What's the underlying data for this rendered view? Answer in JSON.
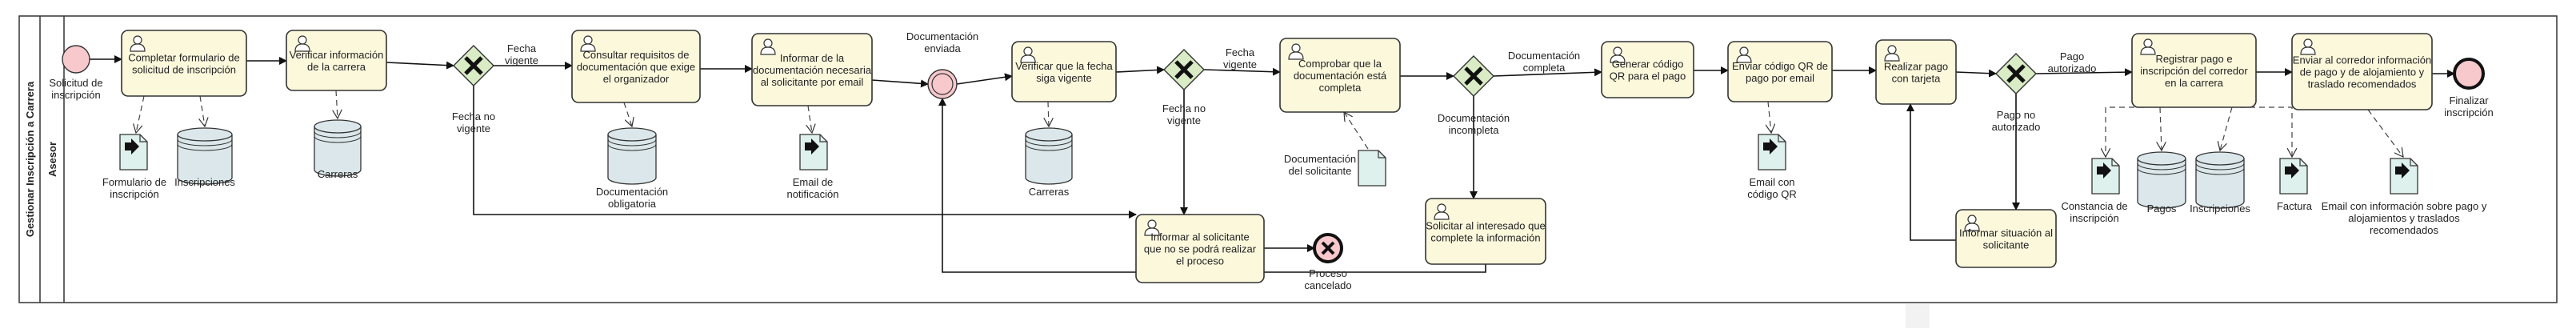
{
  "pool": {
    "label": "Gestionar Inscripción a Carrera"
  },
  "lane": {
    "label": "Asesor"
  },
  "events": [
    {
      "key": "start",
      "label": [
        "Solicitud de",
        "inscripción"
      ]
    },
    {
      "key": "msg",
      "label": [
        "Documentación",
        "enviada"
      ]
    },
    {
      "key": "cancel",
      "label": [
        "Proceso",
        "cancelado"
      ]
    },
    {
      "key": "end",
      "label": [
        "Finalizar",
        "inscripción"
      ]
    }
  ],
  "tasks": [
    {
      "key": "t1",
      "label": [
        "Completar formulario de",
        "solicitud de inscripción"
      ]
    },
    {
      "key": "t2",
      "label": [
        "Verificar información",
        "de la carrera"
      ]
    },
    {
      "key": "t3",
      "label": [
        "Consultar requisitos de",
        "documentación que exige",
        "el organizador"
      ]
    },
    {
      "key": "t4",
      "label": [
        "Informar de la",
        "documentación necesaria",
        "al solicitante por email"
      ]
    },
    {
      "key": "t5",
      "label": [
        "Verificar que la fecha",
        "siga vigente"
      ]
    },
    {
      "key": "t6",
      "label": [
        "Informar al solicitante",
        "que no se podrá realizar",
        "el proceso"
      ]
    },
    {
      "key": "t7",
      "label": [
        "Comprobar que la",
        "documentación está",
        "completa"
      ]
    },
    {
      "key": "t8",
      "label": [
        "Solicitar al interesado que",
        "complete la información"
      ]
    },
    {
      "key": "t9",
      "label": [
        "Generar código",
        "QR para el pago"
      ]
    },
    {
      "key": "t10",
      "label": [
        "Enviar código QR de",
        "pago por email"
      ]
    },
    {
      "key": "t11",
      "label": [
        "Realizar pago",
        "con tarjeta"
      ]
    },
    {
      "key": "t12",
      "label": [
        "Informar situación al",
        "solicitante"
      ]
    },
    {
      "key": "t13",
      "label": [
        "Registrar pago e",
        "inscripción del corredor",
        "en la carrera"
      ]
    },
    {
      "key": "t14",
      "label": [
        "Enviar al corredor información",
        "de pago y de alojamiento y",
        "traslado recomendados"
      ]
    }
  ],
  "gateways": [
    {
      "key": "g1"
    },
    {
      "key": "g2"
    },
    {
      "key": "g3"
    },
    {
      "key": "g4"
    }
  ],
  "flow_labels": [
    {
      "key": "f1",
      "label": [
        "Fecha",
        "vigente"
      ]
    },
    {
      "key": "f2",
      "label": [
        "Fecha no",
        "vigente"
      ]
    },
    {
      "key": "f3",
      "label": [
        "Fecha",
        "vigente"
      ]
    },
    {
      "key": "f4",
      "label": [
        "Fecha no",
        "vigente"
      ]
    },
    {
      "key": "f5",
      "label": [
        "Documentación",
        "completa"
      ]
    },
    {
      "key": "f6",
      "label": [
        "Documentación",
        "incompleta"
      ]
    },
    {
      "key": "f7",
      "label": [
        "Pago",
        "autorizado"
      ]
    },
    {
      "key": "f8",
      "label": [
        "Pago no",
        "autorizado"
      ]
    }
  ],
  "documents": [
    {
      "key": "d1",
      "label": [
        "Formulario de",
        "inscripción"
      ]
    },
    {
      "key": "d2",
      "label": [
        "Email de",
        "notificación"
      ]
    },
    {
      "key": "d3",
      "label": [
        "Documentación",
        "del solicitante"
      ]
    },
    {
      "key": "d4",
      "label": [
        "Email con",
        "código QR"
      ]
    },
    {
      "key": "d5",
      "label": [
        "Constancia de",
        "inscripción"
      ]
    },
    {
      "key": "d6",
      "label": [
        "Factura"
      ]
    },
    {
      "key": "d7",
      "label": [
        "Email con información sobre pago y",
        "alojamientos y traslados",
        "recomendados"
      ]
    }
  ],
  "datastores": [
    {
      "key": "s1",
      "label": [
        "Inscripciones"
      ]
    },
    {
      "key": "s2",
      "label": [
        "Carreras"
      ]
    },
    {
      "key": "s3",
      "label": [
        "Documentación",
        "obligatoria"
      ]
    },
    {
      "key": "s4",
      "label": [
        "Carreras"
      ]
    },
    {
      "key": "s5",
      "label": [
        "Pagos"
      ]
    },
    {
      "key": "s6",
      "label": [
        "Inscripciones"
      ]
    }
  ],
  "colors": {
    "task_fill": "#fbf8dc",
    "event_fill": "#f7c8cc",
    "gateway_fill": "#d9ecc6",
    "doc_fill": "#dff1ec",
    "store_fill": "#dbe7ea",
    "stroke": "#333333"
  }
}
